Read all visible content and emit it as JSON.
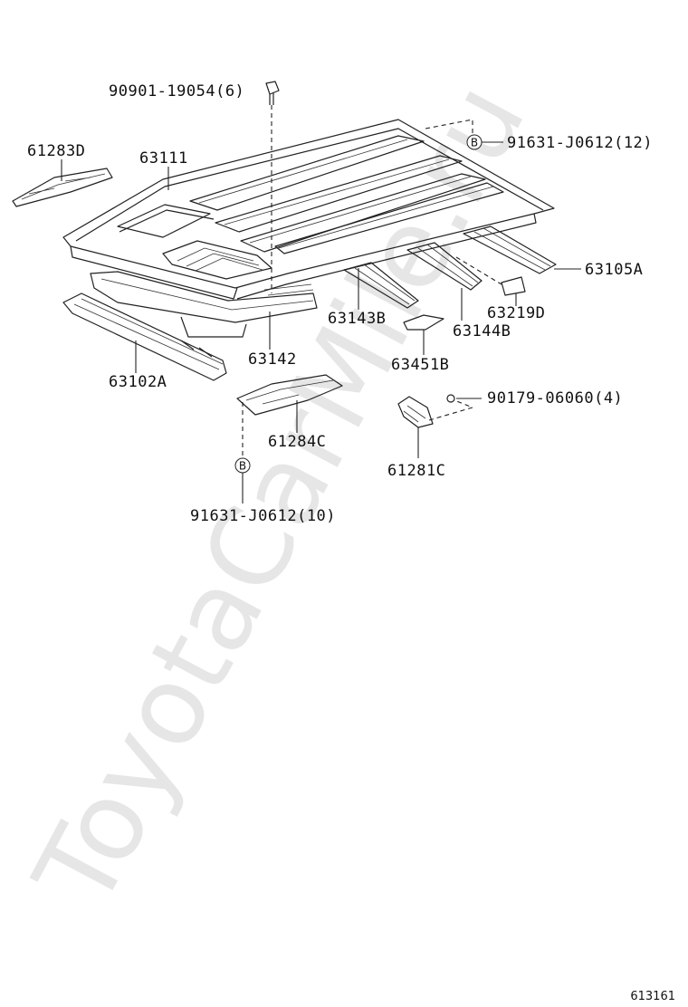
{
  "watermark": "ToyotaCarMile.ru",
  "reference_number": "613161",
  "callouts": {
    "bolt": "90901-19054(6)",
    "panel_reinf_left": "61283D",
    "roof_panel": "63111",
    "clip_b_top": "91631-J0612(12)",
    "header_rear": "63105A",
    "roof_bow_1": "63143B",
    "pad": "63219D",
    "roof_bow_2": "63144B",
    "bracket": "63451B",
    "front_header": "63142",
    "front_rail": "63102A",
    "nut": "90179-06060(4)",
    "panel_reinf_mid": "61284C",
    "reinf_right": "61281C",
    "clip_b_bottom": "91631-J0612(10)"
  },
  "clip_marker": "B"
}
